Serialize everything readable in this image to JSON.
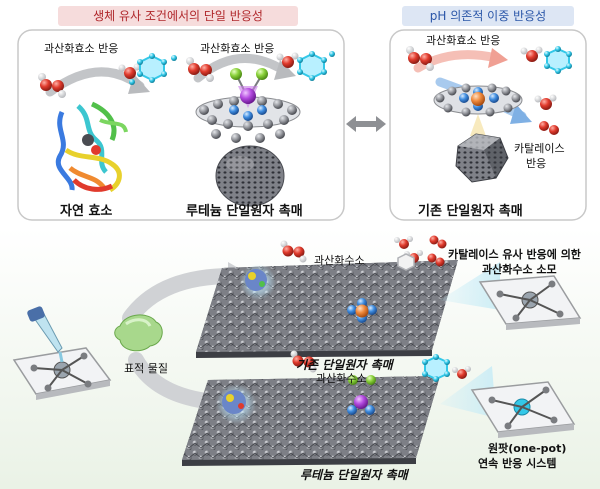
{
  "top": {
    "left_header": "생체 유사 조건에서의 단일 반응성",
    "right_header": "pH 의존적 이중 반응성",
    "left_panel": {
      "reaction_label_1": "과산화효소 반응",
      "reaction_label_2": "과산화효소 반응",
      "caption_1": "자연 효소",
      "caption_2": "루테늄 단일원자 촉매"
    },
    "right_panel": {
      "reaction_label": "과산화효소 반응",
      "catalase_label_line1": "카탈레이스",
      "catalase_label_line2": "반응",
      "caption": "기존 단일원자 촉매"
    }
  },
  "bottom": {
    "h2o2_label_upper": "과산화수소",
    "h2o2_label_lower": "과산화수소",
    "target_label": "표적 물질",
    "conventional_caption": "기존 단일원자 촉매",
    "ruthenium_caption": "루테늄 단일원자 촉매",
    "consumption_line1": "카탈레이스 유사 반응에 의한",
    "consumption_line2": "과산화수소 소모",
    "onepot_line1": "원팟(one-pot)",
    "onepot_line2": "연속 반응 시스템"
  },
  "colors": {
    "left_header_bg": "#f6dcdc",
    "right_header_bg": "#dde6f4",
    "panel_border": "#c8c8c8",
    "oxygen_red": "#d93a30",
    "ruthenium_purple": "#a640d8",
    "ligand_green": "#8ad13a",
    "cyan_product": "#33c8e8",
    "atom_gray": "#8a8c90",
    "blue_site": "#3f8de0",
    "orange_site": "#f08a3c"
  }
}
